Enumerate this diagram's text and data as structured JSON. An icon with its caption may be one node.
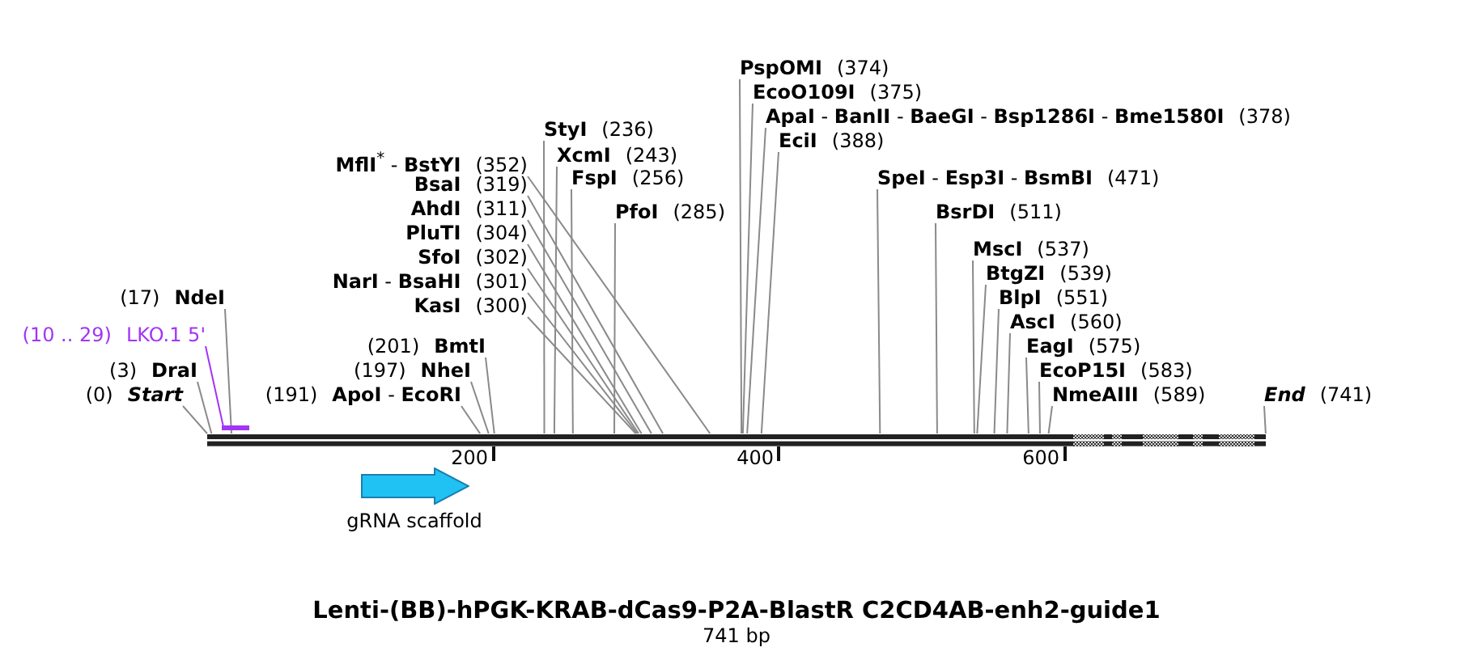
{
  "diagram": {
    "title": "Lenti-(BB)-hPGK-KRAB-dCas9-P2A-BlastR C2CD4AB-enh2-guide1",
    "caption": "741 bp",
    "nodes": [
      {
        "text": [
          "(0)",
          "Start"
        ]
      },
      {
        "text": [
          "(3)",
          "DraI"
        ]
      },
      {
        "text": [
          "(10 .. 29)",
          "LKO.1 5'"
        ]
      },
      {
        "text": [],
        "shape": "bar"
      },
      {
        "text": [
          "(17)",
          "NdeI"
        ]
      },
      {
        "text": [
          "gRNA scaffold"
        ]
      },
      {
        "text": [
          "(191)",
          "**ApoI** - **EcoRI**"
        ]
      },
      {
        "text": [
          "(197)",
          "NheI"
        ]
      },
      {
        "text": [
          "(201)",
          "BmtI"
        ]
      },
      {
        "text": [
          "StyI",
          "(236)"
        ]
      },
      {
        "text": [
          "XcmI",
          "(243)"
        ]
      },
      {
        "text": [
          "FspI",
          "(256)"
        ]
      },
      {
        "text": [
          "PfoI",
          "(285)"
        ]
      },
      {
        "text": [
          "KasI",
          "(300)"
        ]
      },
      {
        "text": [
          "**NarI** - **BsaHI**",
          "(301)"
        ]
      },
      {
        "text": [
          "SfoI",
          "(302)"
        ]
      },
      {
        "text": [
          "PluTI",
          "(304)"
        ]
      },
      {
        "text": [
          "AhdI",
          "(311)"
        ]
      },
      {
        "text": [
          "BsaI",
          "(319)"
        ]
      },
      {
        "text": [
          "**MflI**$^{*}$ - **BstYI**",
          "(352)"
        ]
      },
      {
        "text": [
          "PspOMI",
          "(374)"
        ]
      },
      {
        "text": [
          "EcoO109I",
          "(375)"
        ]
      },
      {
        "text": [
          "**ApaI** - **BanII** - **BaeGI** - **Bsp1286I** - **Bme1580I**",
          "(378)"
        ]
      },
      {
        "text": [
          "EciI",
          "(388)"
        ]
      },
      {
        "text": [
          "**SpeI** - **Esp3I** - **BsmBI**",
          "(471)"
        ]
      },
      {
        "text": [
          "BsrDI",
          "(511)"
        ]
      },
      {
        "text": [
          "MscI",
          "(537)"
        ]
      },
      {
        "text": [
          "BtgZI",
          "(539)"
        ]
      },
      {
        "text": [
          "BlpI",
          "(551)"
        ]
      },
      {
        "text": [
          "AscI",
          "(560)"
        ]
      },
      {
        "text": [
          "EagI",
          "(575)"
        ]
      },
      {
        "text": [
          "EcoP15I",
          "(583)"
        ]
      },
      {
        "text": [
          "NmeAIII",
          "(589)"
        ]
      },
      {
        "text": [
          "End",
          "(741)"
        ]
      },
      {
        "text": [],
        "shape": "bar"
      }
    ],
    "edges": [
      {
        "from": 0,
        "to": 34,
        "arrow": "none"
      },
      {
        "from": 1,
        "to": 34,
        "arrow": "none"
      },
      {
        "from": 2,
        "to": 3,
        "arrow": "none",
        "color": "#a335f5"
      },
      {
        "from": 4,
        "to": 34,
        "arrow": "none"
      },
      {
        "from": 6,
        "to": 34,
        "arrow": "none"
      },
      {
        "from": 7,
        "to": 34,
        "arrow": "none"
      },
      {
        "from": 8,
        "to": 34,
        "arrow": "none"
      },
      {
        "from": 9,
        "to": 34,
        "arrow": "none"
      },
      {
        "from": 10,
        "to": 34,
        "arrow": "none"
      },
      {
        "from": 11,
        "to": 34,
        "arrow": "none"
      },
      {
        "from": 12,
        "to": 34,
        "arrow": "none"
      },
      {
        "from": 13,
        "to": 34,
        "arrow": "none"
      },
      {
        "from": 14,
        "to": 34,
        "arrow": "none"
      },
      {
        "from": 15,
        "to": 34,
        "arrow": "none"
      },
      {
        "from": 16,
        "to": 34,
        "arrow": "none"
      },
      {
        "from": 17,
        "to": 34,
        "arrow": "none"
      },
      {
        "from": 18,
        "to": 34,
        "arrow": "none"
      },
      {
        "from": 19,
        "to": 34,
        "arrow": "none"
      },
      {
        "from": 20,
        "to": 34,
        "arrow": "none"
      },
      {
        "from": 21,
        "to": 34,
        "arrow": "none"
      },
      {
        "from": 22,
        "to": 34,
        "arrow": "none"
      },
      {
        "from": 23,
        "to": 34,
        "arrow": "none"
      },
      {
        "from": 24,
        "to": 34,
        "arrow": "none"
      },
      {
        "from": 25,
        "to": 34,
        "arrow": "none"
      },
      {
        "from": 26,
        "to": 34,
        "arrow": "none"
      },
      {
        "from": 27,
        "to": 34,
        "arrow": "none"
      },
      {
        "from": 28,
        "to": 34,
        "arrow": "none"
      },
      {
        "from": 29,
        "to": 34,
        "arrow": "none"
      },
      {
        "from": 30,
        "to": 34,
        "arrow": "none"
      },
      {
        "from": 31,
        "to": 34,
        "arrow": "none"
      },
      {
        "from": 32,
        "to": 34,
        "arrow": "none"
      },
      {
        "from": 33,
        "to": 34,
        "arrow": "none"
      }
    ],
    "labels": [
      "200",
      "400",
      "600"
    ]
  }
}
